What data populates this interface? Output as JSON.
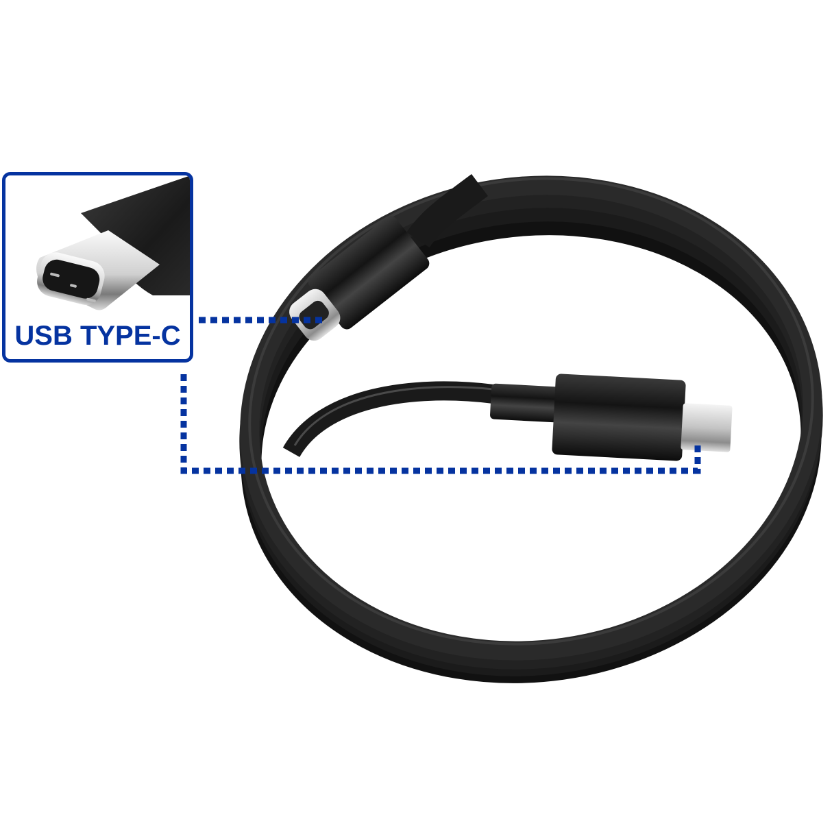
{
  "image": {
    "description": "Coiled black USB Type-C to USB Type-C cable product photo with callout",
    "background_color": "#ffffff"
  },
  "callout": {
    "label": "USB TYPE-C",
    "border_color": "#0533a0",
    "text_color": "#0533a0",
    "icon": "usb-c-connector-closeup"
  },
  "leader_lines": {
    "color": "#0533a0",
    "style": "dotted-square",
    "targets": [
      "top-connector",
      "bottom-connector"
    ]
  },
  "product": {
    "cable_color": "#1c1c1c",
    "connector_metal_color": "#c8c8c8",
    "connectors": [
      "USB-C",
      "USB-C"
    ]
  }
}
